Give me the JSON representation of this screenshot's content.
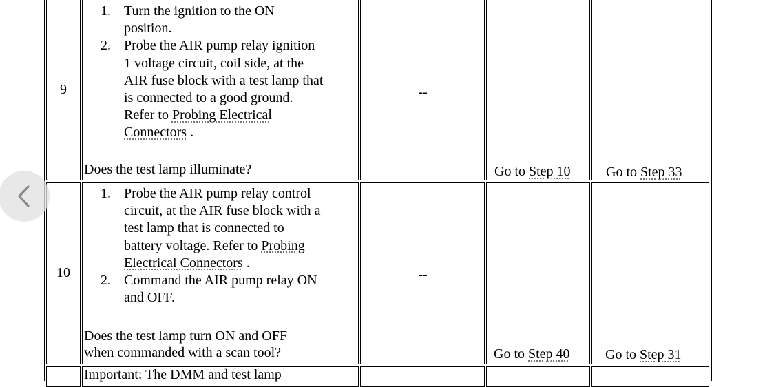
{
  "viewer": {
    "prev_icon": "chevron-left-icon"
  },
  "rows": [
    {
      "step": "9",
      "actions": [
        {
          "num": "1.",
          "lines": [
            "Turn the ignition to the ON",
            "position."
          ]
        },
        {
          "num": "2.",
          "lines": [
            "Probe the AIR pump relay ignition",
            "1 voltage circuit, coil side, at the",
            "AIR fuse block with a test lamp that",
            "is connected to a good ground.",
            "Refer to "
          ],
          "link_lines": [
            "Probing Electrical",
            "Connectors"
          ],
          "link_suffix": " ."
        }
      ],
      "question_lines": [
        "Does the test lamp illuminate?"
      ],
      "value": "--",
      "yes_prefix": "Go to ",
      "yes_link": "Step 10",
      "no_prefix": "Go to ",
      "no_link": "Step 33"
    },
    {
      "step": "10",
      "actions": [
        {
          "num": "1.",
          "lines": [
            "Probe the AIR pump relay control",
            "circuit, at the AIR fuse block with a",
            "test lamp that is connected to",
            "battery voltage. Refer to "
          ],
          "link_lines": [
            "Probing",
            "Electrical Connectors"
          ],
          "link_suffix": " ."
        },
        {
          "num": "2.",
          "lines": [
            "Command the AIR pump relay ON",
            "and OFF."
          ]
        }
      ],
      "question_lines": [
        "Does the test lamp turn ON and OFF",
        "when commanded with a scan tool?"
      ],
      "value": "--",
      "yes_prefix": "Go to ",
      "yes_link": "Step 40",
      "no_prefix": "Go to ",
      "no_link": "Step 31"
    }
  ],
  "cut_text": "Important: The DMM and test lamp"
}
